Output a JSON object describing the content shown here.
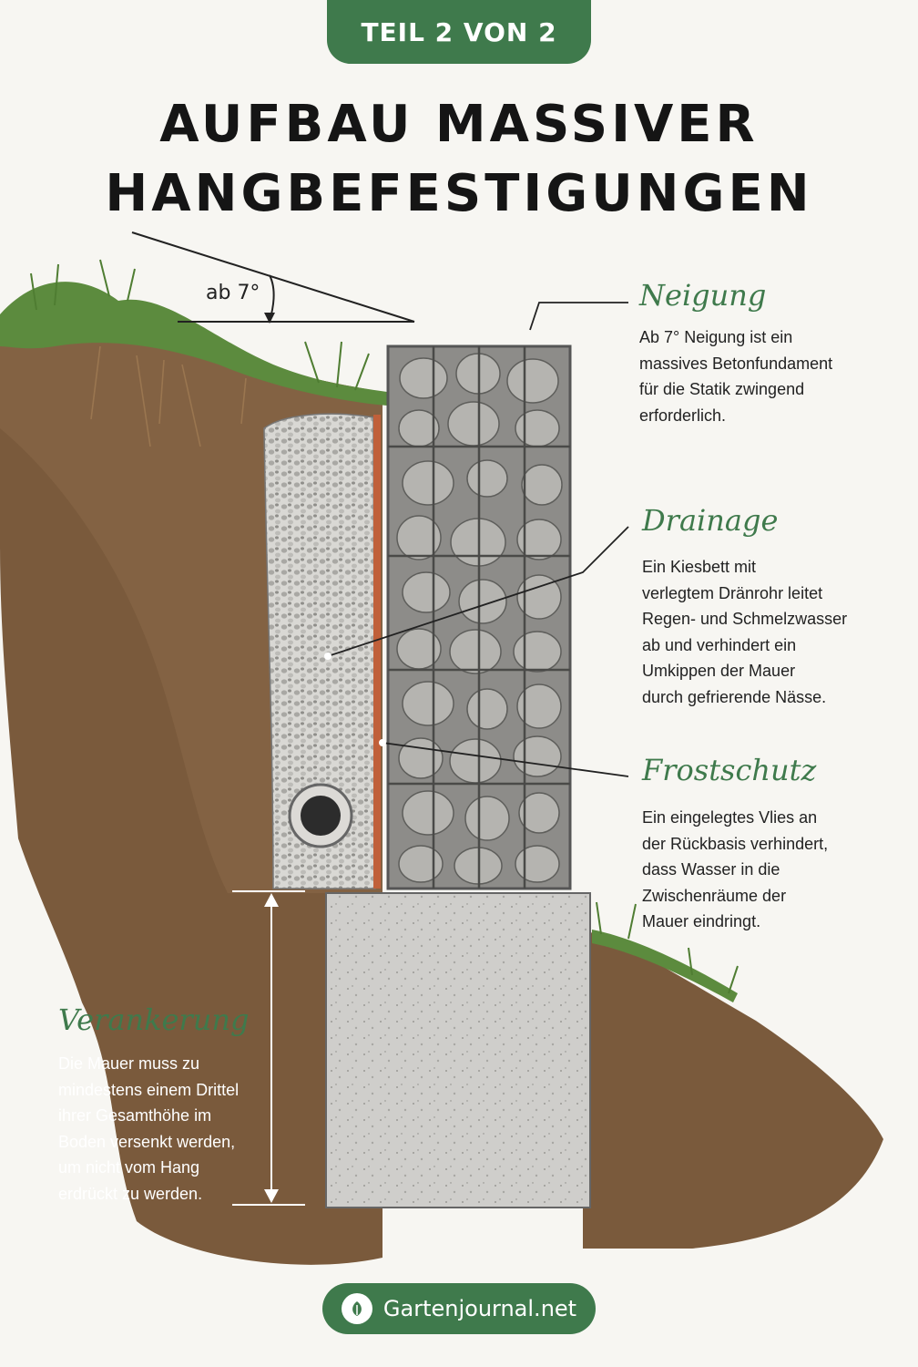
{
  "header": {
    "badge": "TEIL 2 VON 2",
    "title_line1": "AUFBAU MASSIVER",
    "title_line2": "HANGBEFESTIGUNGEN"
  },
  "angle_label": "ab 7°",
  "annotations": {
    "neigung": {
      "heading": "Neigung",
      "lines": [
        "Ab 7° Neigung ist ein",
        "massives Betonfundament",
        "für die Statik zwingend",
        "erforderlich."
      ]
    },
    "drainage": {
      "heading": "Drainage",
      "lines": [
        "Ein Kiesbett mit",
        "verlegtem Dränrohr leitet",
        "Regen- und Schmelzwasser",
        "ab und verhindert ein",
        "Umkippen der Mauer",
        "durch gefrierende Nässe."
      ]
    },
    "frostschutz": {
      "heading": "Frostschutz",
      "lines": [
        "Ein eingelegtes Vlies an",
        "der Rückbasis verhindert,",
        "dass Wasser in die",
        "Zwischenräume der",
        "Mauer eindringt."
      ]
    },
    "verankerung": {
      "heading": "Verankerung",
      "lines": [
        "Die Mauer muss zu",
        "mindestens einem Drittel",
        "ihrer Gesamthöhe im",
        "Boden versenkt werden,",
        "um nicht vom Hang",
        "erdrückt zu werden."
      ]
    }
  },
  "footer": {
    "site": "Gartenjournal.net",
    "logo_icon": "leaf-logo-icon"
  },
  "colors": {
    "accent": "#3f7a4c",
    "soil": "#7a5a3c",
    "concrete": "#c9c8c4",
    "stone": "#9b9b98",
    "fleece": "#c0603a"
  }
}
